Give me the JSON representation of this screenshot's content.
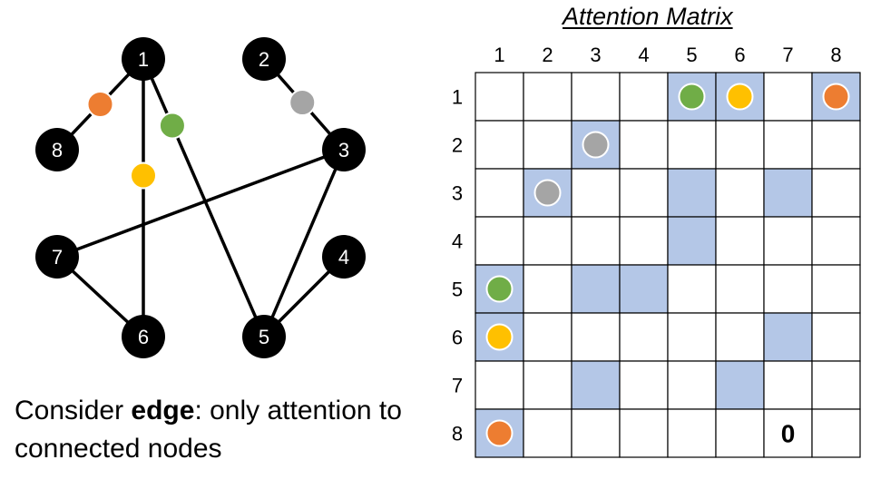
{
  "graph": {
    "nodes": [
      {
        "id": "1",
        "label": "1"
      },
      {
        "id": "2",
        "label": "2"
      },
      {
        "id": "3",
        "label": "3"
      },
      {
        "id": "4",
        "label": "4"
      },
      {
        "id": "5",
        "label": "5"
      },
      {
        "id": "6",
        "label": "6"
      },
      {
        "id": "7",
        "label": "7"
      },
      {
        "id": "8",
        "label": "8"
      }
    ],
    "edges": [
      {
        "from": "1",
        "to": "8",
        "marker": "orange"
      },
      {
        "from": "1",
        "to": "6",
        "marker": "yellow"
      },
      {
        "from": "1",
        "to": "5",
        "marker": "green"
      },
      {
        "from": "2",
        "to": "3",
        "marker": "gray"
      },
      {
        "from": "3",
        "to": "7",
        "marker": ""
      },
      {
        "from": "3",
        "to": "5",
        "marker": ""
      },
      {
        "from": "4",
        "to": "5",
        "marker": ""
      },
      {
        "from": "7",
        "to": "6",
        "marker": ""
      }
    ]
  },
  "matrix": {
    "title": "Attention Matrix",
    "col_labels": [
      "1",
      "2",
      "3",
      "4",
      "5",
      "6",
      "7",
      "8"
    ],
    "row_labels": [
      "1",
      "2",
      "3",
      "4",
      "5",
      "6",
      "7",
      "8"
    ],
    "zero_label": "0",
    "highlighted": [
      [
        1,
        5
      ],
      [
        1,
        6
      ],
      [
        1,
        8
      ],
      [
        2,
        3
      ],
      [
        3,
        2
      ],
      [
        3,
        5
      ],
      [
        3,
        7
      ],
      [
        4,
        5
      ],
      [
        5,
        1
      ],
      [
        5,
        3
      ],
      [
        5,
        4
      ],
      [
        6,
        1
      ],
      [
        6,
        7
      ],
      [
        7,
        3
      ],
      [
        7,
        6
      ],
      [
        8,
        1
      ]
    ],
    "dots": [
      {
        "row": 1,
        "col": 5,
        "color": "green"
      },
      {
        "row": 1,
        "col": 6,
        "color": "yellow"
      },
      {
        "row": 1,
        "col": 8,
        "color": "orange"
      },
      {
        "row": 2,
        "col": 3,
        "color": "gray"
      },
      {
        "row": 3,
        "col": 2,
        "color": "gray"
      },
      {
        "row": 5,
        "col": 1,
        "color": "green"
      },
      {
        "row": 6,
        "col": 1,
        "color": "yellow"
      },
      {
        "row": 8,
        "col": 1,
        "color": "orange"
      }
    ]
  },
  "caption": {
    "prefix": "Consider ",
    "bold": "edge",
    "suffix": ": only attention to connected nodes"
  },
  "colors": {
    "node_fill": "#000000",
    "node_text": "#ffffff",
    "edge": "#000000",
    "cell_highlight": "#b4c7e7",
    "grid_line": "#000000",
    "orange": "#ed7d31",
    "yellow": "#ffc000",
    "green": "#70ad47",
    "gray": "#a5a5a5"
  }
}
